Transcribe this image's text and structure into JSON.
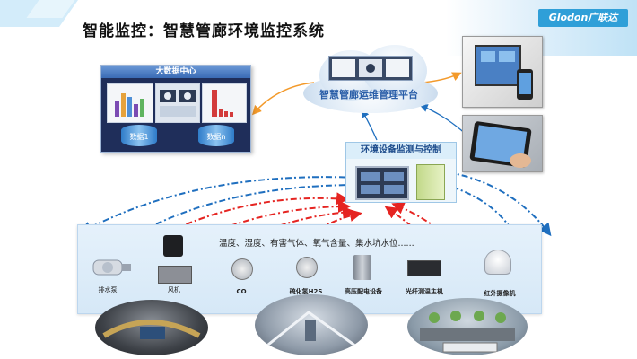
{
  "title": "智能监控：智慧管廊环境监控系统",
  "logo_text": "Glodon广联达",
  "data_center": {
    "title": "大数据中心",
    "db1": "数据1",
    "dbn": "数据n"
  },
  "cloud_label": "智慧管廊运维管理平台",
  "monitor_control_title": "环境设备监测与控制",
  "sensors_text": "温度、湿度、有害气体、氧气含量、集水坑水位......",
  "devices": {
    "drain_pump": "排水泵",
    "fan": "风机",
    "co": "CO",
    "h2s": "硫化氢H2S",
    "hv_equipment": "高压配电设备",
    "fiber_host": "光纤测温主机",
    "ir_camera": "红外摄像机"
  },
  "colors": {
    "blue_arrow": "#1f6fbf",
    "red_arrow": "#e52421",
    "orange_arrow": "#f39a2b"
  }
}
